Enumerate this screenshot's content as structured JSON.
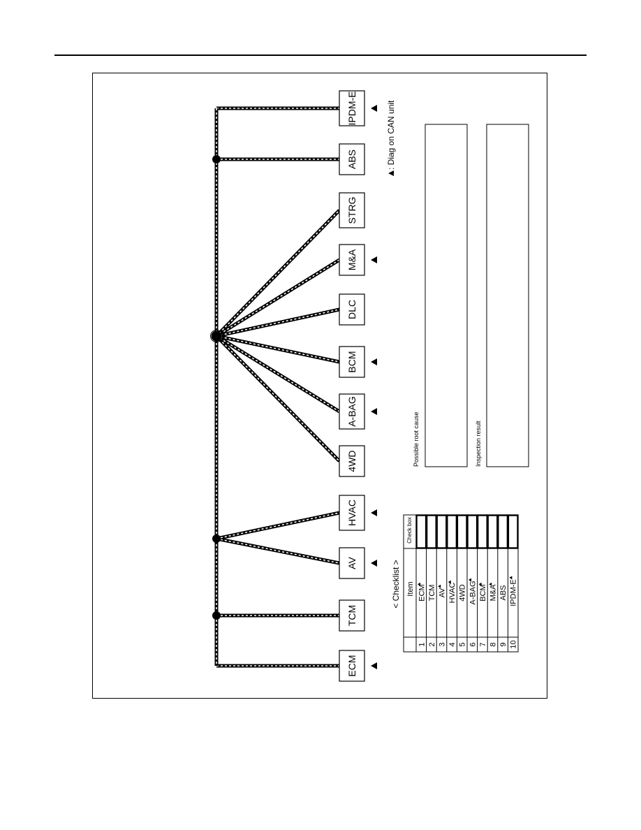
{
  "modules": {
    "ecm": {
      "label": "ECM",
      "diag": true
    },
    "tcm": {
      "label": "TCM",
      "diag": false
    },
    "av": {
      "label": "AV",
      "diag": true
    },
    "hvac": {
      "label": "HVAC",
      "diag": true
    },
    "fwd": {
      "label": "4WD",
      "diag": false
    },
    "abag": {
      "label": "A-BAG",
      "diag": true
    },
    "bcm": {
      "label": "BCM",
      "diag": true
    },
    "dlc": {
      "label": "DLC",
      "diag": false
    },
    "ma": {
      "label": "M&A",
      "diag": true
    },
    "strg": {
      "label": "STRG",
      "diag": false
    },
    "abs": {
      "label": "ABS",
      "diag": false
    },
    "ipdme": {
      "label": "IPDM-E",
      "diag": true
    }
  },
  "legend": {
    "text": ": Diag on CAN unit"
  },
  "checklist": {
    "title": "< Checklist >",
    "header_item": "Item",
    "header_checkbox": "Check box",
    "rows": [
      {
        "no": "1",
        "item": "ECM",
        "diag": true
      },
      {
        "no": "2",
        "item": "TCM",
        "diag": false
      },
      {
        "no": "3",
        "item": "AV",
        "diag": true
      },
      {
        "no": "4",
        "item": "HVAC",
        "diag": true
      },
      {
        "no": "5",
        "item": "4WD",
        "diag": false
      },
      {
        "no": "6",
        "item": "A-BAG",
        "diag": true
      },
      {
        "no": "7",
        "item": "BCM",
        "diag": true
      },
      {
        "no": "8",
        "item": "M&A",
        "diag": true
      },
      {
        "no": "9",
        "item": "ABS",
        "diag": false
      },
      {
        "no": "10",
        "item": "IPDM-E",
        "diag": true
      }
    ]
  },
  "notes": {
    "root_cause_label": "Possible root cause",
    "inspection_label": "Inspection result"
  }
}
